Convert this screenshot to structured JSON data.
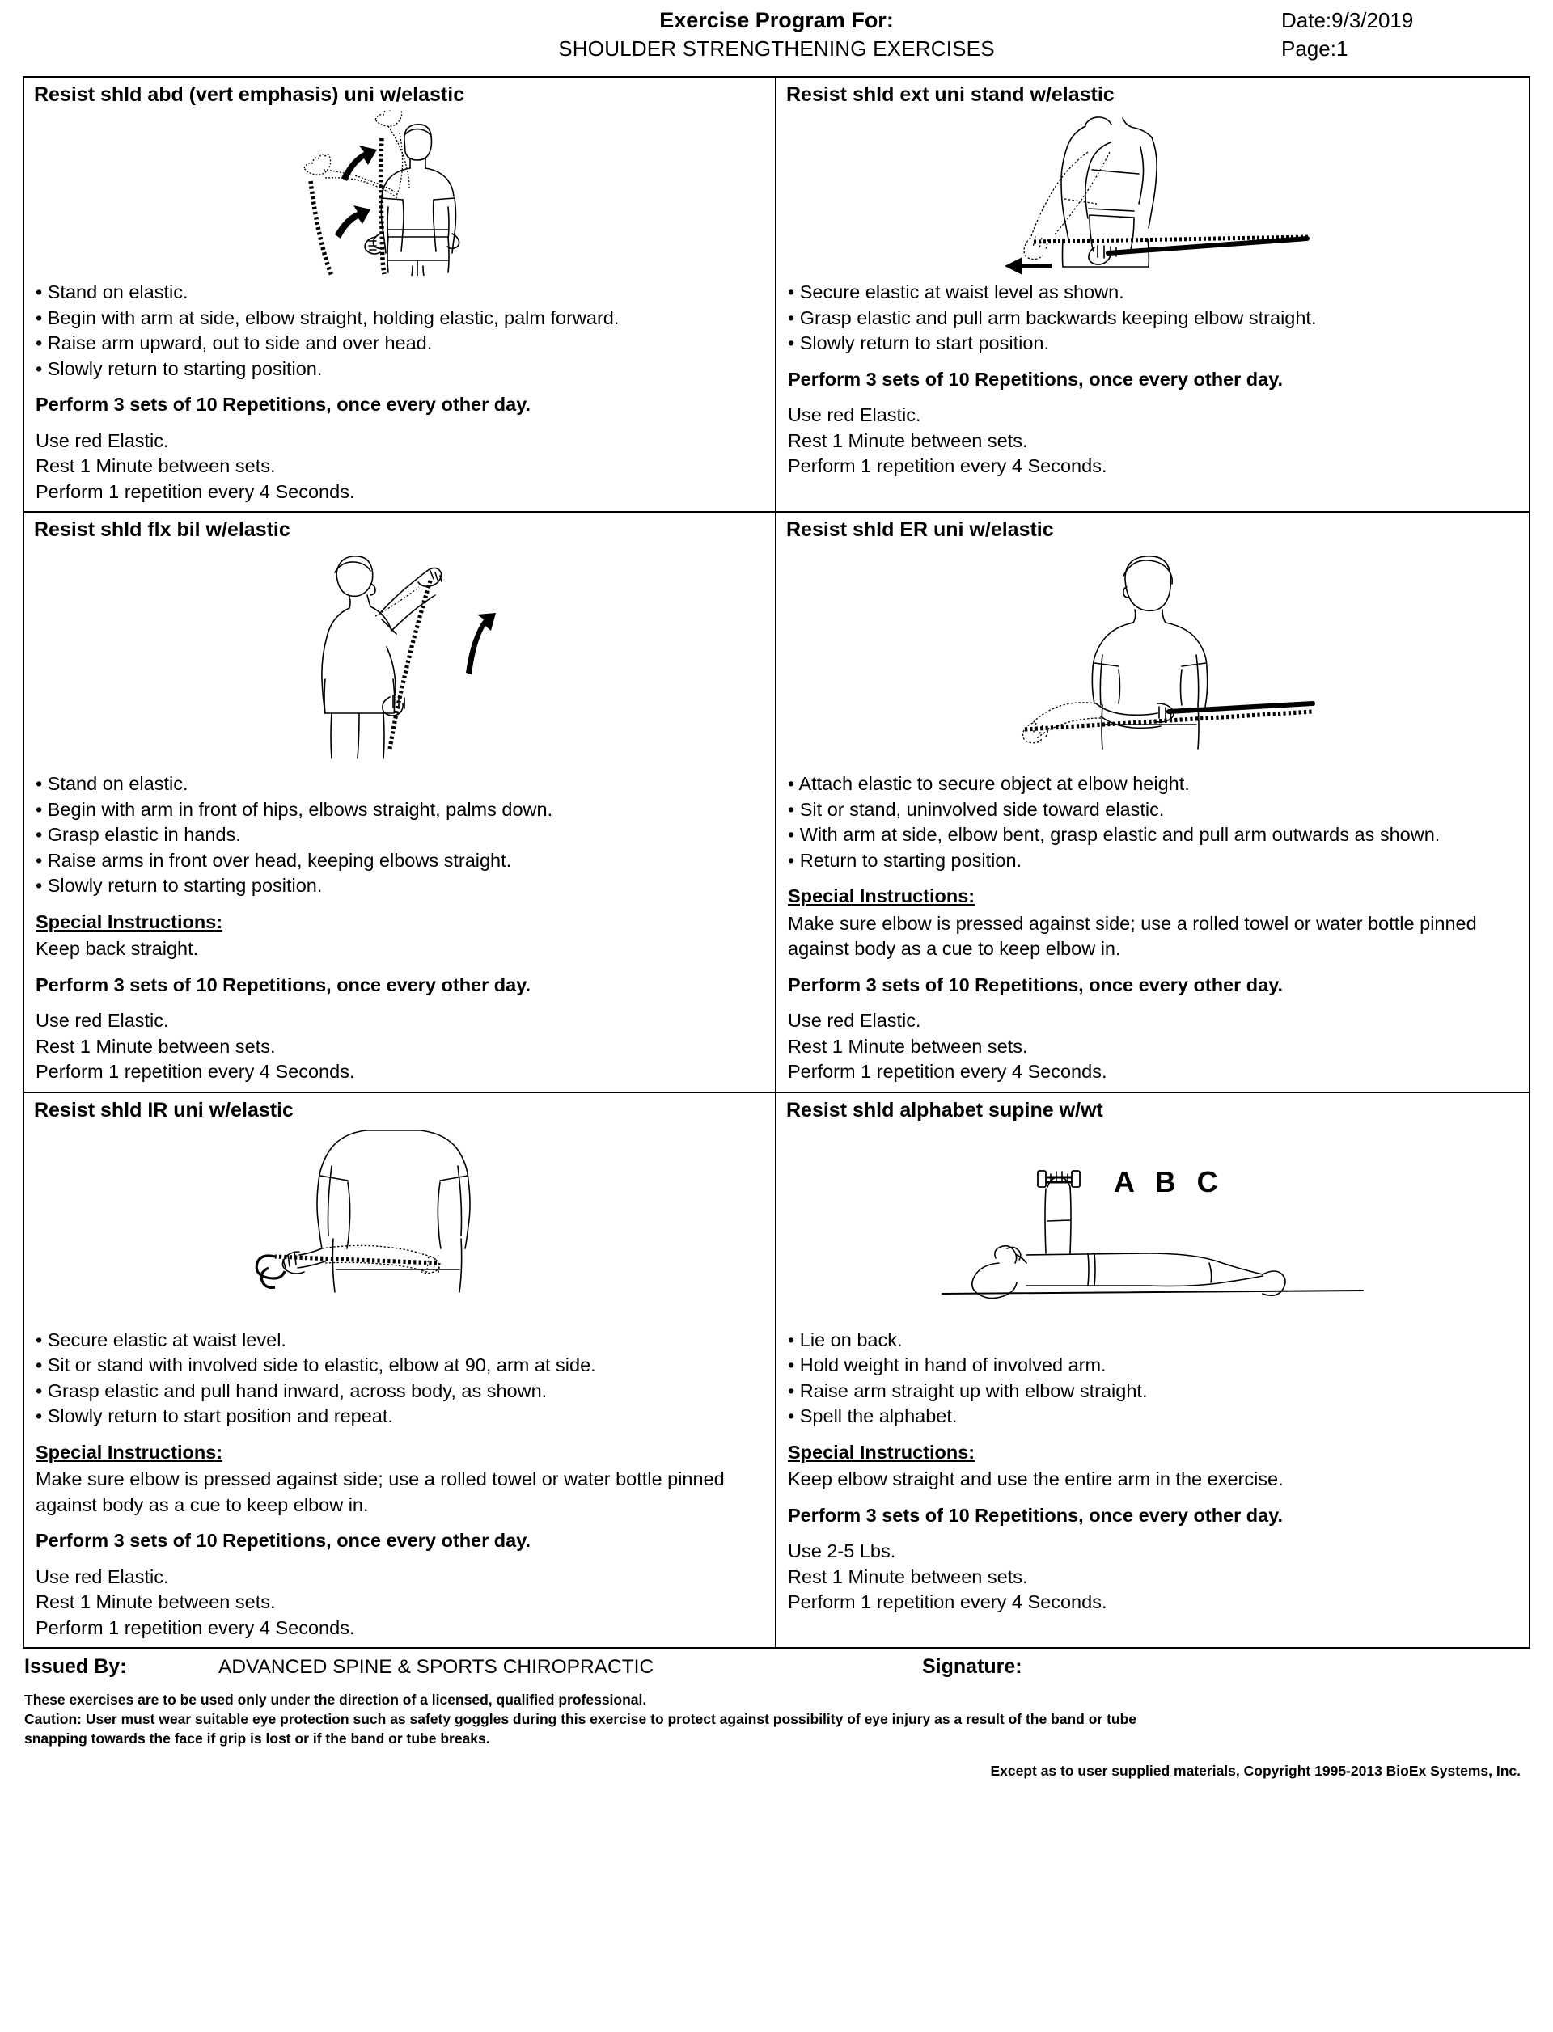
{
  "header": {
    "title": "Exercise Program For:",
    "subtitle": "SHOULDER STRENGTHENING EXERCISES",
    "date": "Date:9/3/2019",
    "page": "Page:1"
  },
  "exercises": [
    {
      "title": "Resist shld abd (vert emphasis) uni w/elastic",
      "illustration": "standing-abduction-elastic",
      "bullets": [
        "• Stand on elastic.",
        "• Begin with arm at side, elbow straight, holding elastic, palm forward.",
        "• Raise arm upward, out to side and over head.",
        "• Slowly return to starting position."
      ],
      "special_label": "",
      "special_text": "",
      "perform": "Perform 3 sets of 10 Repetitions, once every other day.",
      "tail": [
        "Use red Elastic.",
        "Rest 1 Minute between sets.",
        "Perform 1 repetition every 4 Seconds."
      ]
    },
    {
      "title": "Resist shld ext uni stand w/elastic",
      "illustration": "standing-extension-elastic",
      "bullets": [
        "• Secure elastic at waist level as shown.",
        "• Grasp elastic and pull arm backwards keeping elbow straight.",
        "• Slowly return to start position."
      ],
      "special_label": "",
      "special_text": "",
      "perform": "Perform 3 sets of 10 Repetitions, once every other day.",
      "tail": [
        "Use red Elastic.",
        "Rest 1 Minute between sets.",
        "Perform 1 repetition every 4 Seconds."
      ]
    },
    {
      "title": "Resist shld flx bil w/elastic",
      "illustration": "standing-flexion-bilateral-elastic",
      "bullets": [
        "• Stand on elastic.",
        "• Begin with arm in front of hips, elbows straight, palms down.",
        "• Grasp elastic in hands.",
        "• Raise arms in front over head, keeping elbows straight.",
        "• Slowly return to starting position."
      ],
      "special_label": "Special Instructions:",
      "special_text": "Keep back straight.",
      "perform": "Perform 3 sets of 10 Repetitions, once every other day.",
      "tail": [
        "Use red Elastic.",
        "Rest 1 Minute between sets.",
        "Perform 1 repetition every 4 Seconds."
      ]
    },
    {
      "title": "Resist shld ER uni w/elastic",
      "illustration": "standing-external-rotation-elastic",
      "bullets": [
        "• Attach elastic to secure object at elbow height.",
        "• Sit or stand, uninvolved side toward elastic.",
        "• With arm at side, elbow bent, grasp elastic and pull arm outwards as shown.",
        "• Return to starting position."
      ],
      "special_label": "Special Instructions:",
      "special_text": "Make sure elbow is pressed against side; use a rolled towel or water bottle pinned against body as a cue to keep elbow in.",
      "perform": "Perform 3 sets of 10 Repetitions, once every other day.",
      "tail": [
        "Use red Elastic.",
        "Rest 1 Minute between sets.",
        "Perform 1 repetition every 4 Seconds."
      ]
    },
    {
      "title": "Resist shld IR uni w/elastic",
      "illustration": "standing-internal-rotation-elastic",
      "bullets": [
        "• Secure elastic at waist level.",
        "• Sit or stand with involved side to elastic, elbow at 90, arm at side.",
        "• Grasp elastic and pull hand inward, across body, as shown.",
        "• Slowly return to start position and repeat."
      ],
      "special_label": "Special Instructions:",
      "special_text": "Make sure elbow is pressed against side; use a rolled towel or water bottle pinned against body as a cue to keep elbow in.",
      "perform": "Perform 3 sets of 10 Repetitions, once every other day.",
      "tail": [
        "Use red Elastic.",
        "Rest 1 Minute between sets.",
        "Perform 1 repetition every 4 Seconds."
      ]
    },
    {
      "title": "Resist shld alphabet supine w/wt",
      "illustration": "supine-alphabet-weight",
      "illustration_label": "A B C",
      "bullets": [
        "• Lie on back.",
        "• Hold weight in hand of involved arm.",
        "• Raise arm straight up with elbow straight.",
        "• Spell the alphabet."
      ],
      "special_label": "Special Instructions:",
      "special_text": "Keep elbow straight and use the entire arm in the exercise.",
      "perform": "Perform 3 sets of 10 Repetitions, once every other day.",
      "tail": [
        "Use 2-5 Lbs.",
        "Rest 1 Minute between sets.",
        "Perform 1 repetition every 4 Seconds."
      ]
    }
  ],
  "footer": {
    "issued_by_label": "Issued By:",
    "issued_by_value": "ADVANCED SPINE & SPORTS CHIROPRACTIC",
    "signature_label": "Signature:",
    "disclaimer_line1": "These exercises are to be used only under the direction of a licensed, qualified professional.",
    "disclaimer_line2": "Caution: User must wear suitable eye protection such as safety goggles during this exercise to protect against possibility of eye injury as a result of the band or tube",
    "disclaimer_line3": "snapping towards the face if grip is lost or if the band or tube breaks.",
    "copyright": "Except as to user supplied materials, Copyright 1995-2013 BioEx Systems, Inc."
  }
}
